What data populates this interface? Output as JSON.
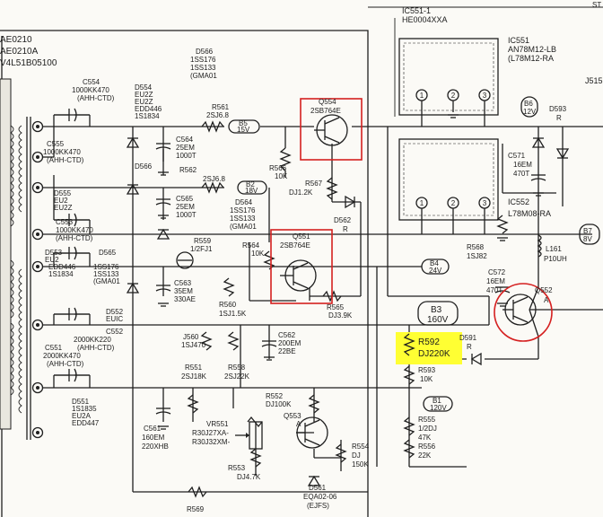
{
  "connector_labels": {
    "left": [
      "AE0210",
      "AE0210A",
      "V4L51B05100"
    ],
    "ic551_1": [
      "IC551-1",
      "HE0004XXA"
    ],
    "ic551": [
      "IC551",
      "AN78M12-LB",
      "(L78M12-RA"
    ],
    "ic552": [
      "IC552",
      "L78M08-RA"
    ],
    "j515": "J515",
    "corner_mark": "ST"
  },
  "components": {
    "d566": [
      "D566",
      "1SS176",
      "1SS133",
      "(GMA01"
    ],
    "d566b": "D566",
    "c554": [
      "C554",
      "1000KK470",
      "(AHH-CTD)"
    ],
    "d554": [
      "D554",
      "EU2Z",
      "EU2Z",
      "EDD446",
      "1S1834"
    ],
    "r561": [
      "R561",
      "2SJ6.8"
    ],
    "c564": [
      "C564",
      "25EM",
      "1000T"
    ],
    "r562": [
      "R562",
      "2SJ6.8"
    ],
    "c565": [
      "C565",
      "25EM",
      "1000T"
    ],
    "d564": [
      "D564",
      "1SS176",
      "1SS133",
      "(GMA01"
    ],
    "c555": [
      "C555",
      "1000KK470",
      "(AHH-CTD)"
    ],
    "d555": [
      "D555",
      "EU2",
      "EU2Z"
    ],
    "c553": [
      "C553",
      "1000KK470",
      "(AHH-CTD)"
    ],
    "r559": [
      "R559",
      "1/2FJ1"
    ],
    "c563": [
      "C563",
      "35EM",
      "330AE"
    ],
    "d553": [
      "D553",
      "EU2",
      "EDD446",
      "1S1834"
    ],
    "d565": [
      "D565",
      "1SS176",
      "1SS133",
      "(GMA01"
    ],
    "d552": [
      "D552",
      "EUIC"
    ],
    "c552": [
      "C552",
      "2000KK220",
      "(AHH-CTD)"
    ],
    "c551": [
      "C551",
      "2000KK470",
      "(AHH-CTD)"
    ],
    "d551": [
      "D551",
      "1S1835",
      "EU2A",
      "EDD447"
    ],
    "c561": [
      "C561",
      "160EM",
      "220XHB"
    ],
    "q554": [
      "Q554",
      "2SB764E"
    ],
    "r566": [
      "R566",
      "10K"
    ],
    "r567": [
      "R567",
      "DJ1.2K"
    ],
    "d562": [
      "D562",
      "R"
    ],
    "q551": [
      "Q551",
      "2SB764E"
    ],
    "r564": [
      "R564",
      "10K"
    ],
    "r560": [
      "R560",
      "1SJ1.5K"
    ],
    "r565": [
      "R565",
      "DJ3.9K"
    ],
    "j560": [
      "J560",
      "1SJ470"
    ],
    "c562": [
      "C562",
      "200EM",
      "22BE"
    ],
    "r551": [
      "R551",
      "2SJ18K"
    ],
    "r558": [
      "R558",
      "2SJ22K"
    ],
    "r552": [
      "R552",
      "DJ100K"
    ],
    "vr551": [
      "VR551",
      "R30J27XA-",
      "R30J32XM-"
    ],
    "q553": [
      "Q553",
      "A"
    ],
    "r553": [
      "R553",
      "DJ4.7K"
    ],
    "r554": [
      "R554",
      "DJ",
      "150K"
    ],
    "d561": [
      "D561",
      "EQA02-06",
      "(EJFS)"
    ],
    "r569": "R569",
    "c571": [
      "C571",
      "16EM",
      "470T"
    ],
    "d593": [
      "D593",
      "R"
    ],
    "r568": [
      "R568",
      "1SJ82"
    ],
    "l161": [
      "L161",
      "P10UH"
    ],
    "c572": [
      "C572",
      "16EM",
      "470T"
    ],
    "q552": [
      "Q552",
      "A"
    ],
    "r592": [
      "R592",
      "DJ220K"
    ],
    "d591": [
      "D591",
      "R"
    ],
    "r593": [
      "R593",
      "10K"
    ],
    "r555": [
      "R555",
      "1/2DJ",
      "47K"
    ],
    "r556": [
      "R556",
      "22K"
    ]
  },
  "tags": {
    "b5": [
      "B5",
      "15V"
    ],
    "b2": [
      "B2",
      "18V"
    ],
    "b6": [
      "B6",
      "12V"
    ],
    "b7": [
      "B7",
      "8V"
    ],
    "b4": [
      "B4",
      "24V"
    ],
    "b3": [
      "B3",
      "160V"
    ],
    "b1": [
      "B1",
      "120V"
    ]
  },
  "ic_pins": [
    "1",
    "2",
    "3"
  ],
  "highlight_color": "#ffff33",
  "annotation_color": "#d52020"
}
